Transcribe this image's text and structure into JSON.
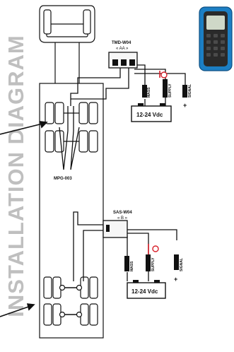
{
  "title": "INSTALLATION DIAGRAM",
  "colors": {
    "line": "#111111",
    "title": "#bfbfbf",
    "red_wire": "#d8202a",
    "device_body": "#1c7fc4",
    "device_screen": "#2a2a2a"
  },
  "upper_unit": {
    "model": "TMD-W04",
    "sub": "« AA »",
    "wire_labels": [
      "MASS",
      "SUPPLY",
      "SIGNAL"
    ],
    "battery_label": "12-24 Vdc",
    "plus_sign": "+"
  },
  "sensor_label": "MPG-003",
  "lower_unit": {
    "model": "SAS-W04",
    "sub": "« B »",
    "wire_labels": [
      "MASS",
      "SUPPLY",
      "SIGNAL"
    ],
    "battery_label": "12-24 Vdc",
    "plus_sign": "+"
  },
  "icons": [
    "handheld-meter-icon",
    "battery-icon",
    "fuse-icon"
  ]
}
